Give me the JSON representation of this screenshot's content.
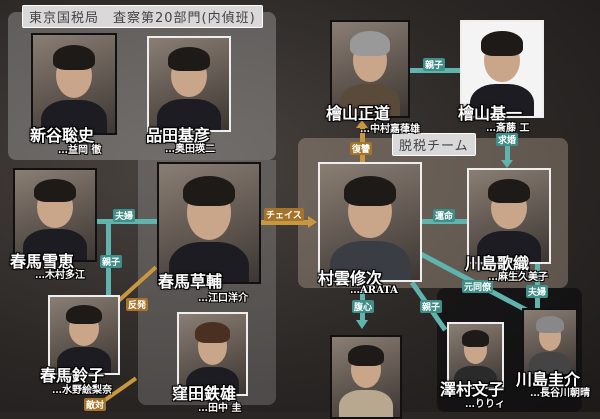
{
  "groups": {
    "tax_office": "東京国税局　査察第20部門(内偵班)",
    "evasion_team": "脱税チーム"
  },
  "characters": [
    {
      "name": "新谷聡史",
      "actor": "…益岡 徹"
    },
    {
      "name": "品田基彦",
      "actor": "…奥田瑛二"
    },
    {
      "name": "檜山正道",
      "actor": "…中村嘉葎雄"
    },
    {
      "name": "檜山基一",
      "actor": "…斎藤 工"
    },
    {
      "name": "春馬雪恵",
      "actor": "…木村多江"
    },
    {
      "name": "春馬草輔",
      "actor": "…江口洋介"
    },
    {
      "name": "春馬鈴子",
      "actor": "…水野絵梨奈"
    },
    {
      "name": "窪田鉄雄",
      "actor": "…田中 圭"
    },
    {
      "name": "村雲修次",
      "actor": "…ARATA"
    },
    {
      "name": "川島歌織",
      "actor": "…麻生久美子"
    },
    {
      "name": "澤村文子",
      "actor": "…りりィ"
    },
    {
      "name": "川島圭介",
      "actor": "…長谷川朝晴"
    }
  ],
  "relations": {
    "hiyama_parent": "親子",
    "revenge": "復讐",
    "proposal": "求婚",
    "haruma_couple": "夫婦",
    "haruma_parent": "親子",
    "rebellion": "反発",
    "hostile": "敵対",
    "chase": "チェイス",
    "fate": "運命",
    "ex_colleague": "元同僚",
    "kawashima_couple": "夫婦",
    "confidant": "腹心",
    "sawamura_parent": "親子"
  },
  "colors": {
    "family": "#5fb5ad",
    "conflict": "#c9973f"
  }
}
